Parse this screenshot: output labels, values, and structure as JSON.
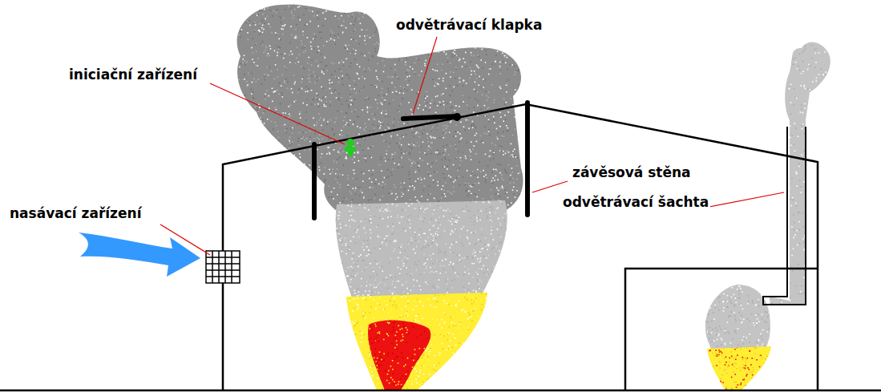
{
  "diagram": {
    "labels": [
      "odvětrávací klapka",
      "iniciační zařízení",
      "nasávací zařízení",
      "závěsová stěna",
      "odvětrávací šachta"
    ]
  }
}
